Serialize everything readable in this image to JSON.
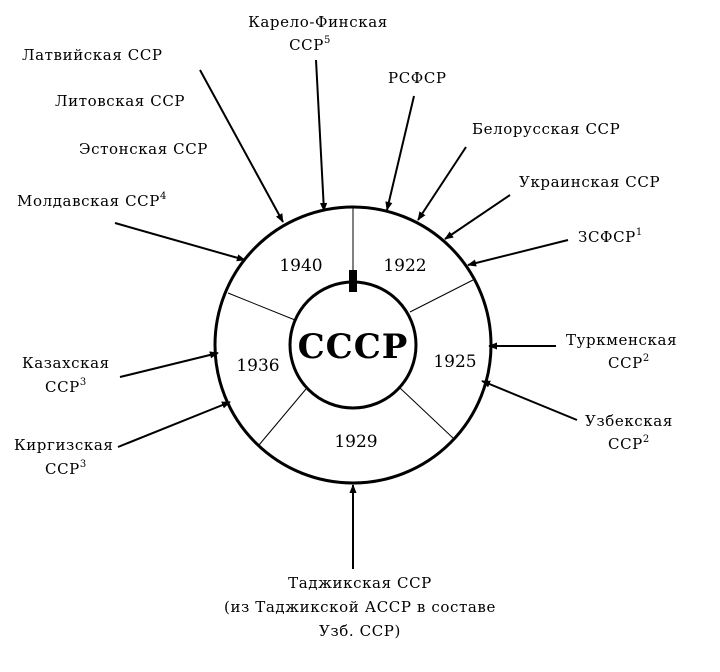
{
  "diagram": {
    "center_label": "СССР",
    "years": {
      "y1940": "1940",
      "y1922": "1922",
      "y1925": "1925",
      "y1929": "1929",
      "y1936": "1936"
    },
    "republics": {
      "karelo": {
        "line1": "Карело-Финская",
        "line2": "ССР",
        "note": "5"
      },
      "latvia": {
        "name": "Латвийская ССР"
      },
      "lithuania": {
        "name": "Литовская ССР"
      },
      "estonia": {
        "name": "Эстонская ССР"
      },
      "rsfsr": {
        "name": "РСФСР"
      },
      "belarus": {
        "name": "Белорусская ССР"
      },
      "ukraine": {
        "name": "Украинская ССР"
      },
      "zsfsr": {
        "name": "ЗСФСР",
        "note": "1"
      },
      "moldova": {
        "name": "Молдавская ССР",
        "note": "4"
      },
      "turkmen": {
        "line1": "Туркменская",
        "line2": "ССР",
        "note": "2"
      },
      "uzbek": {
        "line1": "Узбекская",
        "line2": "ССР",
        "note": "2"
      },
      "kazakh": {
        "line1": "Казахская",
        "line2": "ССР",
        "note": "3"
      },
      "kyrgyz": {
        "line1": "Киргизская",
        "line2": "ССР",
        "note": "3"
      },
      "tajik": {
        "line1": "Таджикская ССР",
        "line2": "(из Таджикской АССР в составе",
        "line3": "Узб. ССР)"
      }
    }
  }
}
